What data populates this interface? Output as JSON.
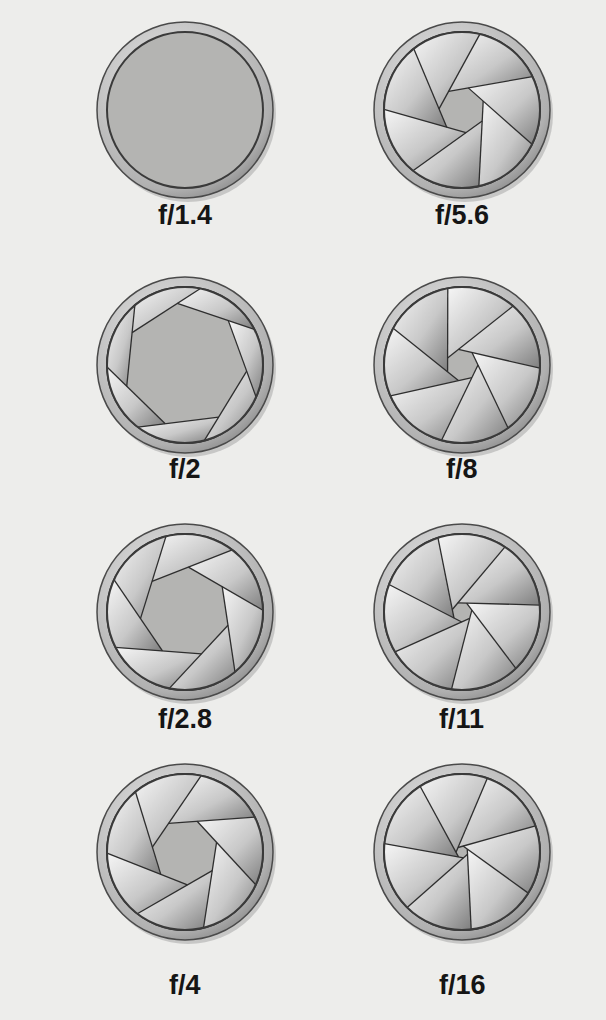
{
  "diagram": {
    "labels": [
      "f/1.4",
      "f/5.6",
      "f/2",
      "f/8",
      "f/2.8",
      "f/11",
      "f/4",
      "f/16"
    ]
  }
}
